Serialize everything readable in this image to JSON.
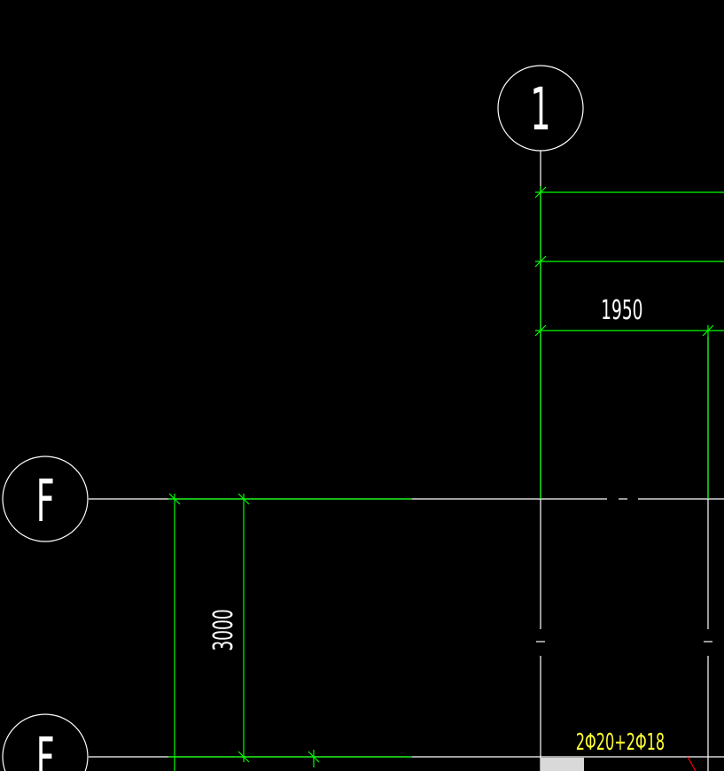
{
  "grid_axes": {
    "vertical_1": "1",
    "horizontal_F": "F",
    "horizontal_F_lower": "F"
  },
  "dimensions": {
    "top_span": "1950",
    "left_span": "3000"
  },
  "annotations": {
    "rebar_label": "2Φ20+2Φ18"
  },
  "colors": {
    "background": "#000000",
    "grid_line": "#ffffff",
    "dimension_line": "#00ff00",
    "rebar_text": "#ffff33",
    "section_fill": "#d9d9d9",
    "accent_red": "#ff0000"
  }
}
